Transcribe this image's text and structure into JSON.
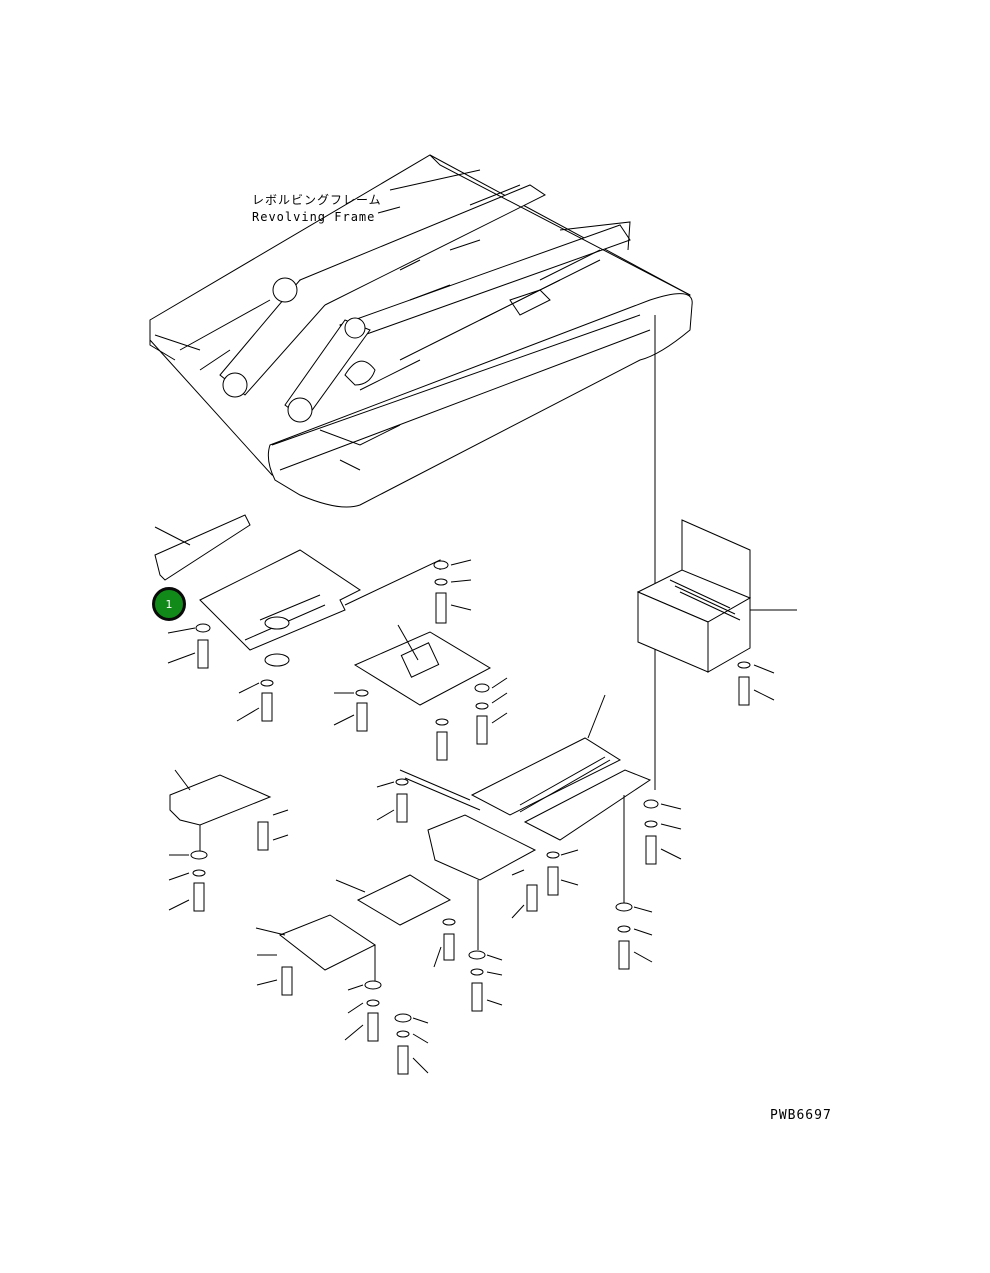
{
  "frame_label": {
    "japanese": "レボルビングフレーム",
    "english": "Revolving Frame"
  },
  "callouts": [
    {
      "number": "1",
      "color": "#118a1a"
    }
  ],
  "drawing_code": "PWB6697"
}
